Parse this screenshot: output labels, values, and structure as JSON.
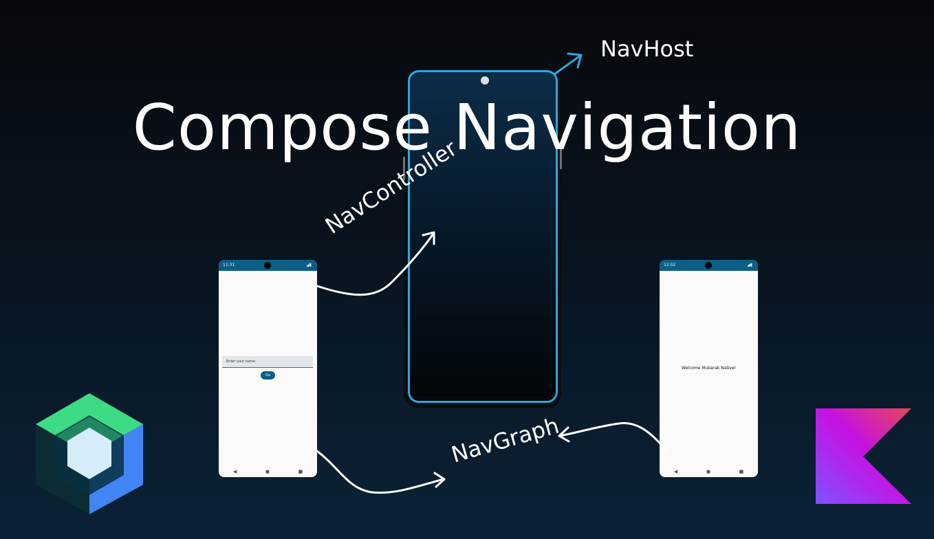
{
  "title": "Compose Navigation",
  "labels": {
    "navhost": "NavHost",
    "navcontroller": "NavController",
    "navgraph": "NavGraph"
  },
  "left_phone": {
    "time": "11:31",
    "input_placeholder": "Enter your name",
    "button_label": "Go",
    "nav_back": "◀",
    "nav_home": "●",
    "nav_recent": "■"
  },
  "right_phone": {
    "time": "12:02",
    "message": "Welcome Mubarak Native!",
    "nav_back": "◀",
    "nav_home": "●",
    "nav_recent": "■"
  },
  "colors": {
    "accent_blue": "#2aa8e0",
    "status_bar": "#0c5e85",
    "kotlin_start": "#7f52ff",
    "kotlin_mid": "#c711e1",
    "kotlin_end": "#e44857",
    "compose_green": "#3ddc84",
    "compose_blue": "#4285f4"
  },
  "icons": [
    "jetpack-compose-logo",
    "kotlin-logo"
  ]
}
